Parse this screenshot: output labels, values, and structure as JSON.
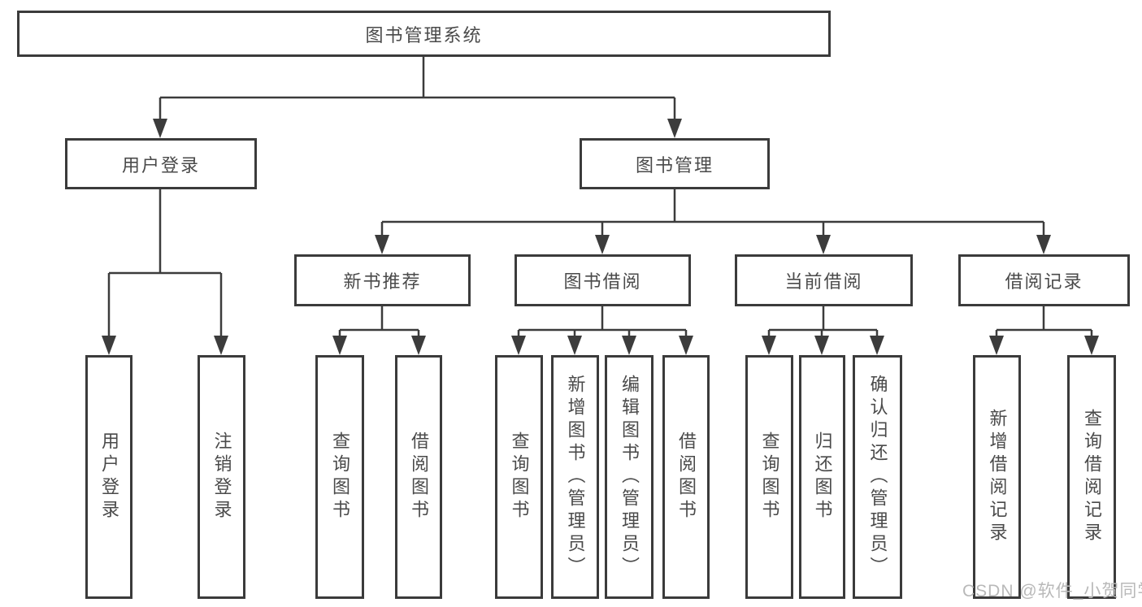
{
  "diagram_type": "hierarchy-tree",
  "colors": {
    "background": "#ffffff",
    "box_border": "#3b3b3b",
    "connector": "#3c3c3c",
    "text": "#4a4a4a",
    "watermark_text": "#b9b9b9"
  },
  "tree": {
    "label": "图书管理系统",
    "children": [
      {
        "label": "用户登录",
        "children": [
          {
            "label": "用户登录"
          },
          {
            "label": "注销登录"
          }
        ]
      },
      {
        "label": "图书管理",
        "children": [
          {
            "label": "新书推荐",
            "children": [
              {
                "label": "查询图书"
              },
              {
                "label": "借阅图书"
              }
            ]
          },
          {
            "label": "图书借阅",
            "children": [
              {
                "label": "查询图书"
              },
              {
                "label": "新增图书（管理员）"
              },
              {
                "label": "编辑图书（管理员）"
              },
              {
                "label": "借阅图书"
              }
            ]
          },
          {
            "label": "当前借阅",
            "children": [
              {
                "label": "查询图书"
              },
              {
                "label": "归还图书"
              },
              {
                "label": "确认归还（管理员）"
              }
            ]
          },
          {
            "label": "借阅记录",
            "children": [
              {
                "label": "新增借阅记录"
              },
              {
                "label": "查询借阅记录"
              }
            ]
          }
        ]
      }
    ]
  },
  "watermark": "CSDN @软件_小贺同学"
}
